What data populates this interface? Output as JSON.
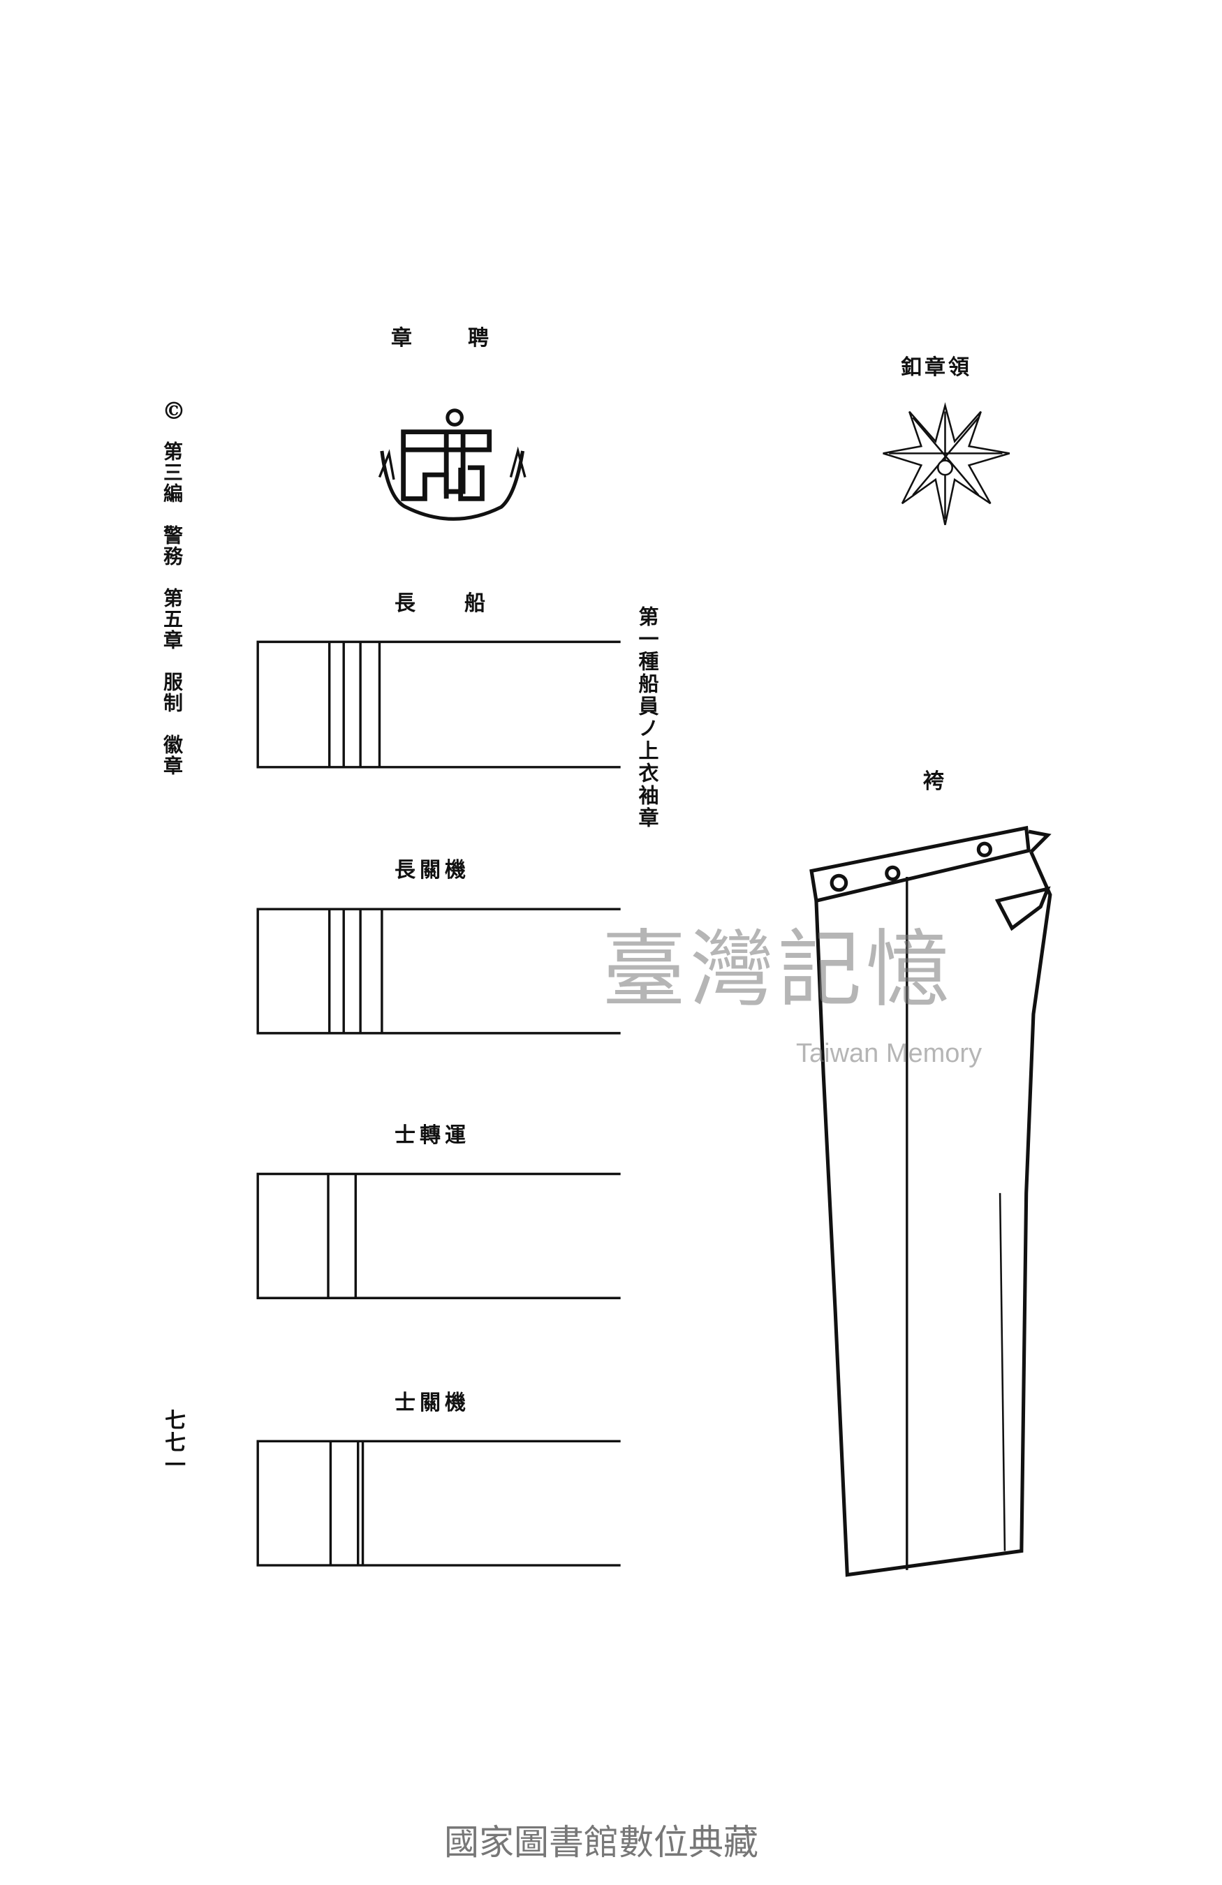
{
  "margin_header": {
    "symbol": "©",
    "text": "第三編　警務　第五章　服制　徽章"
  },
  "page_number": "七七一",
  "badges": {
    "cap_badge_label": "聘章",
    "collar_badge_label": "領章釦"
  },
  "sleeve_insignia": {
    "caption": "第一種船員ノ上衣袖章",
    "items": [
      {
        "label": "船長",
        "stripes": 4
      },
      {
        "label": "機關長",
        "stripes": 4
      },
      {
        "label": "運轉士",
        "stripes": 2
      },
      {
        "label": "機關士",
        "stripes": 3
      }
    ]
  },
  "trousers_label": "袴",
  "watermark": {
    "chinese": "臺灣記憶",
    "english": "Taiwan Memory"
  },
  "footer": "國家圖書館數位典藏"
}
